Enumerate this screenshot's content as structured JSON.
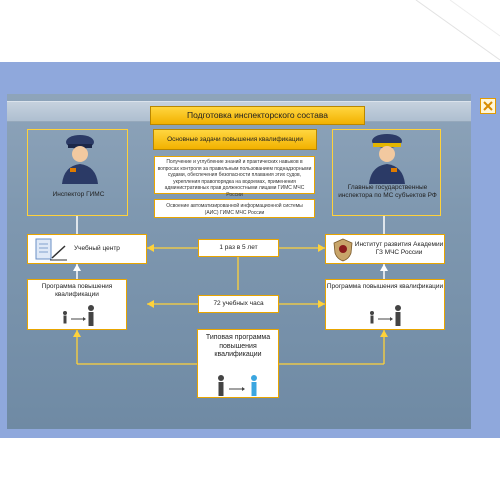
{
  "diagram": {
    "title": "Подготовка инспекторского состава",
    "tasks_header": "Основные задачи повышения квалификации",
    "tasks_text": "Получение и углубление знаний и практических навыков в вопросах контроля за правильным пользованием поднадзорными судами, обеспечения безопасности плавания этих судов, укрепления правопорядка на водоемах, применения административных прав должностными лицами ГИМС МЧС России",
    "system_text": "Освоение автоматизированной информационной системы (АИС) ГИМС МЧС России",
    "inspector_label": "Инспектор ГИМС",
    "chief_inspector_label": "Главные государственные инспектора по МС субъектов РФ",
    "training_center_label": "Учебный центр",
    "institute_label": "Институт развития Академии ГЗ МЧС России",
    "frequency_label": "1 раз в 5 лет",
    "hours_label": "72 учебных часа",
    "program_left_label": "Программа повышения квалификации",
    "program_right_label": "Программа повышения квалификации",
    "typical_program_label": "Типовая программа повышения квалификации"
  },
  "colors": {
    "accent_yellow": "#ffd23a",
    "title_orange": "#f2b100",
    "panel_blue": "#7f98b0",
    "frame_blue": "#8fa8dc",
    "highlight_blue": "#3ba6e0"
  },
  "icons": [
    "inspector-icon",
    "chief-inspector-icon",
    "document-pen-icon",
    "academy-emblem-icon",
    "person-arrow-icon",
    "close-icon"
  ]
}
